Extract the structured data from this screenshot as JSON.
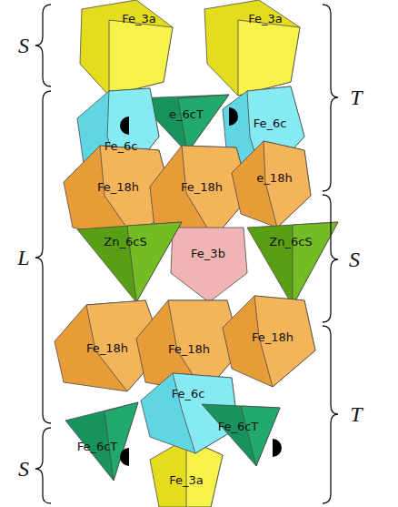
{
  "diagram": {
    "labels": [
      "S",
      "L",
      "S",
      "T",
      "S",
      "T",
      "Fe_3a",
      "Fe_3a",
      "e_6cT",
      "Fe_6c",
      "Fe_6c",
      "Fe_18h",
      "Fe_18h",
      "e_18h",
      "Zn_6cS",
      "Fe_3b",
      "Zn_6cS",
      "Fe_18h",
      "Fe_18h",
      "Fe_18h",
      "Fe_6c",
      "Fe_6cT",
      "Fe_6cT",
      "Fe_3a"
    ]
  }
}
